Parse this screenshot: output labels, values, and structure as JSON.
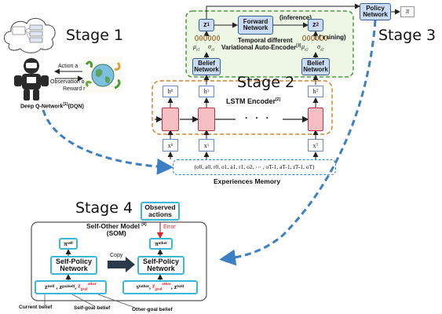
{
  "stages": {
    "stage1": "Stage 1",
    "stage2": "Stage 2",
    "stage3": "Stage 3",
    "stage4": "Stage 4"
  },
  "stage1": {
    "action": "Action a",
    "observation": "Observation o",
    "reward": "Reward r",
    "dqn": "Deep Q-Network",
    "dqn_ref": "[1]",
    "dqn_abbr": "(DQN)"
  },
  "vae": {
    "z1": "z",
    "z1_sub": "1",
    "z2": "z",
    "z2_sub": "2",
    "forward_network": "Forward Network",
    "inference": "(inference)",
    "training": "(training)",
    "title_line1": "Temporal different",
    "title_line2": "Variational Auto-Encoder",
    "title_ref": "[3]",
    "belief_network": "Belief Network",
    "mu1": "μ",
    "mu1_sub": "z1",
    "sigma1": "σ",
    "sigma1_sub": "z1",
    "mu2": "μ",
    "mu2_sub": "z2",
    "sigma2": "σ",
    "sigma2_sub": "z2"
  },
  "policy": {
    "label": "Policy Network",
    "output": "π"
  },
  "lstm": {
    "title": "LSTM Encoder",
    "title_ref": "[2]",
    "h0": "h",
    "h0_sub": "0",
    "h1": "h",
    "h1_sub": "1",
    "hT": "h",
    "hT_sub": "T",
    "x0": "x",
    "x0_sub": "0",
    "x1": "x",
    "x1_sub": "1",
    "xT": "x",
    "xT_sub": "T",
    "dots": "· · ·"
  },
  "memory": {
    "sequence": "(o0, a0, r0, o1, a1, r1, o2, ⋯ , oT-1, aT-1, rT-1, oT)",
    "label": "Experiences Memory"
  },
  "som": {
    "observed_actions": "Observed actions",
    "error": "Error",
    "title": "Self-Other Model",
    "title_ref": "[4]",
    "abbr": "(SOM)",
    "pi_self": "π",
    "pi_self_sub": "self",
    "pi_other": "π",
    "pi_other_sub": "other",
    "self_policy_left": "Self-Policy Network",
    "self_policy_right": "Self-Policy Network",
    "copy": "Copy",
    "current_belief": "Current belief",
    "self_goal_belief": "Self-goal belief",
    "other_goal_belief": "Other-goal belief"
  },
  "colors": {
    "stage2_border": "#d9822b",
    "vae_border": "#4a9a3a",
    "vae_fill": "#eef7e6",
    "dashed_arrow": "#3d7fc4",
    "memory_border": "#3d7fc4",
    "cyan": "#3bb8d4",
    "error_red": "#d9252b"
  }
}
